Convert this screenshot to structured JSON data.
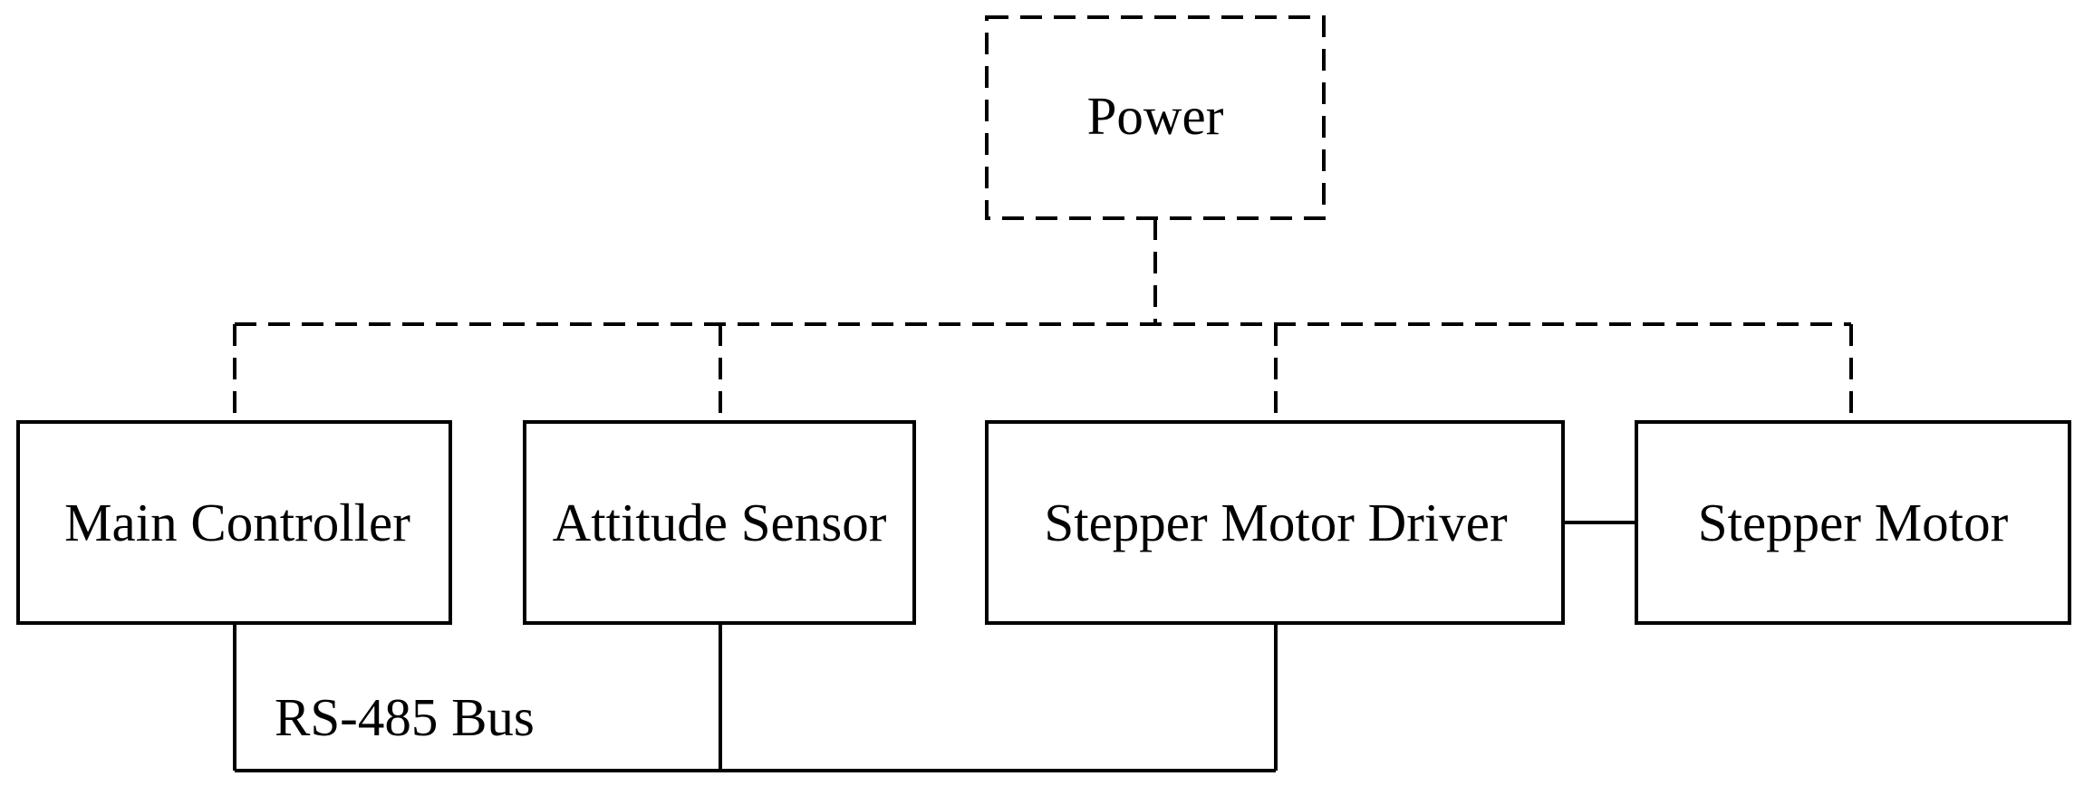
{
  "colors": {
    "background": "#ffffff",
    "stroke": "#000000"
  },
  "blocks": {
    "power": "Power",
    "main_controller": "Main Controller",
    "attitude_sensor": "Attitude Sensor",
    "stepper_motor_driver": "Stepper Motor Driver",
    "stepper_motor": "Stepper Motor"
  },
  "bus": {
    "label": "RS-485 Bus"
  }
}
